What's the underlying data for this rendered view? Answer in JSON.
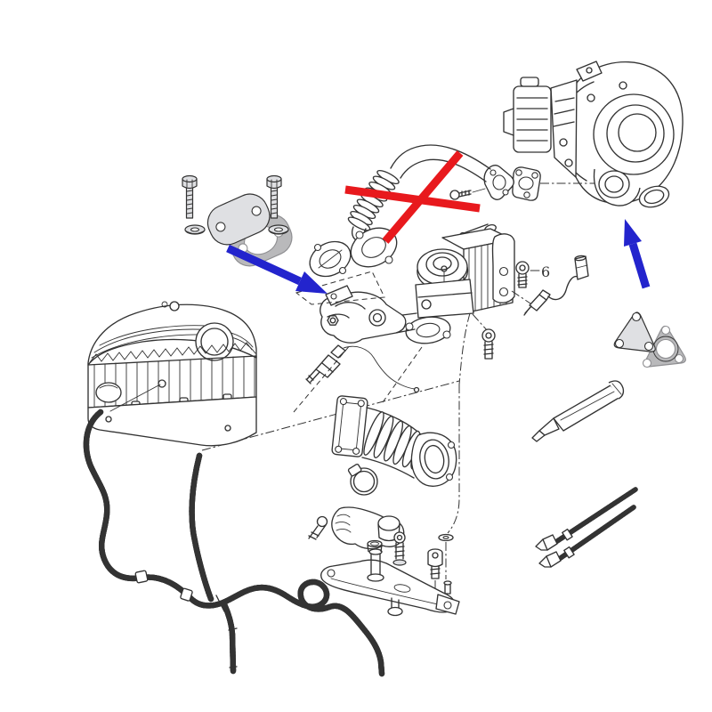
{
  "figure": {
    "type": "exploded-parts-diagram",
    "callout_labels": {
      "egr_cooler_bolt": "6"
    },
    "colors": {
      "background": "#ffffff",
      "ink": "#333333",
      "delete-red": "#e8191d",
      "arrow-blue": "#2324cd",
      "metal-light": "#dfe0e3",
      "metal-mid": "#c2c3c7",
      "gasket-gray": "#b9b9bb",
      "gasket-dark": "#8f8f92"
    },
    "parts": [
      "blanking-plate-bolts",
      "blanking-plate-washers",
      "egr-blanking-plate",
      "egr-flange-gasket",
      "turbocharger",
      "turbo-flange-gasket",
      "egr-metal-pipe",
      "egr-pipe-flange",
      "egr-pipe-gasket",
      "egr-valve",
      "egr-cooler",
      "egr-cooler-bolt",
      "egr-temperature-sensor",
      "egr-valve-bolt",
      "egr-inlet-elbow",
      "sensor-with-wire",
      "air-filter-housing",
      "vacuum-hoses",
      "intake-duct",
      "hose-clamp",
      "molded-hose",
      "support-bracket",
      "mounting-hardware",
      "turbo-blanking-plate",
      "turbo-blanking-gasket",
      "sealant-tube",
      "cable-ties"
    ],
    "annotations": [
      {
        "name": "red-delete-cross",
        "color": "#e8191d"
      },
      {
        "name": "blue-arrow-to-egr-valve",
        "color": "#2324cd"
      },
      {
        "name": "blue-arrow-to-turbo",
        "color": "#2324cd"
      }
    ]
  }
}
